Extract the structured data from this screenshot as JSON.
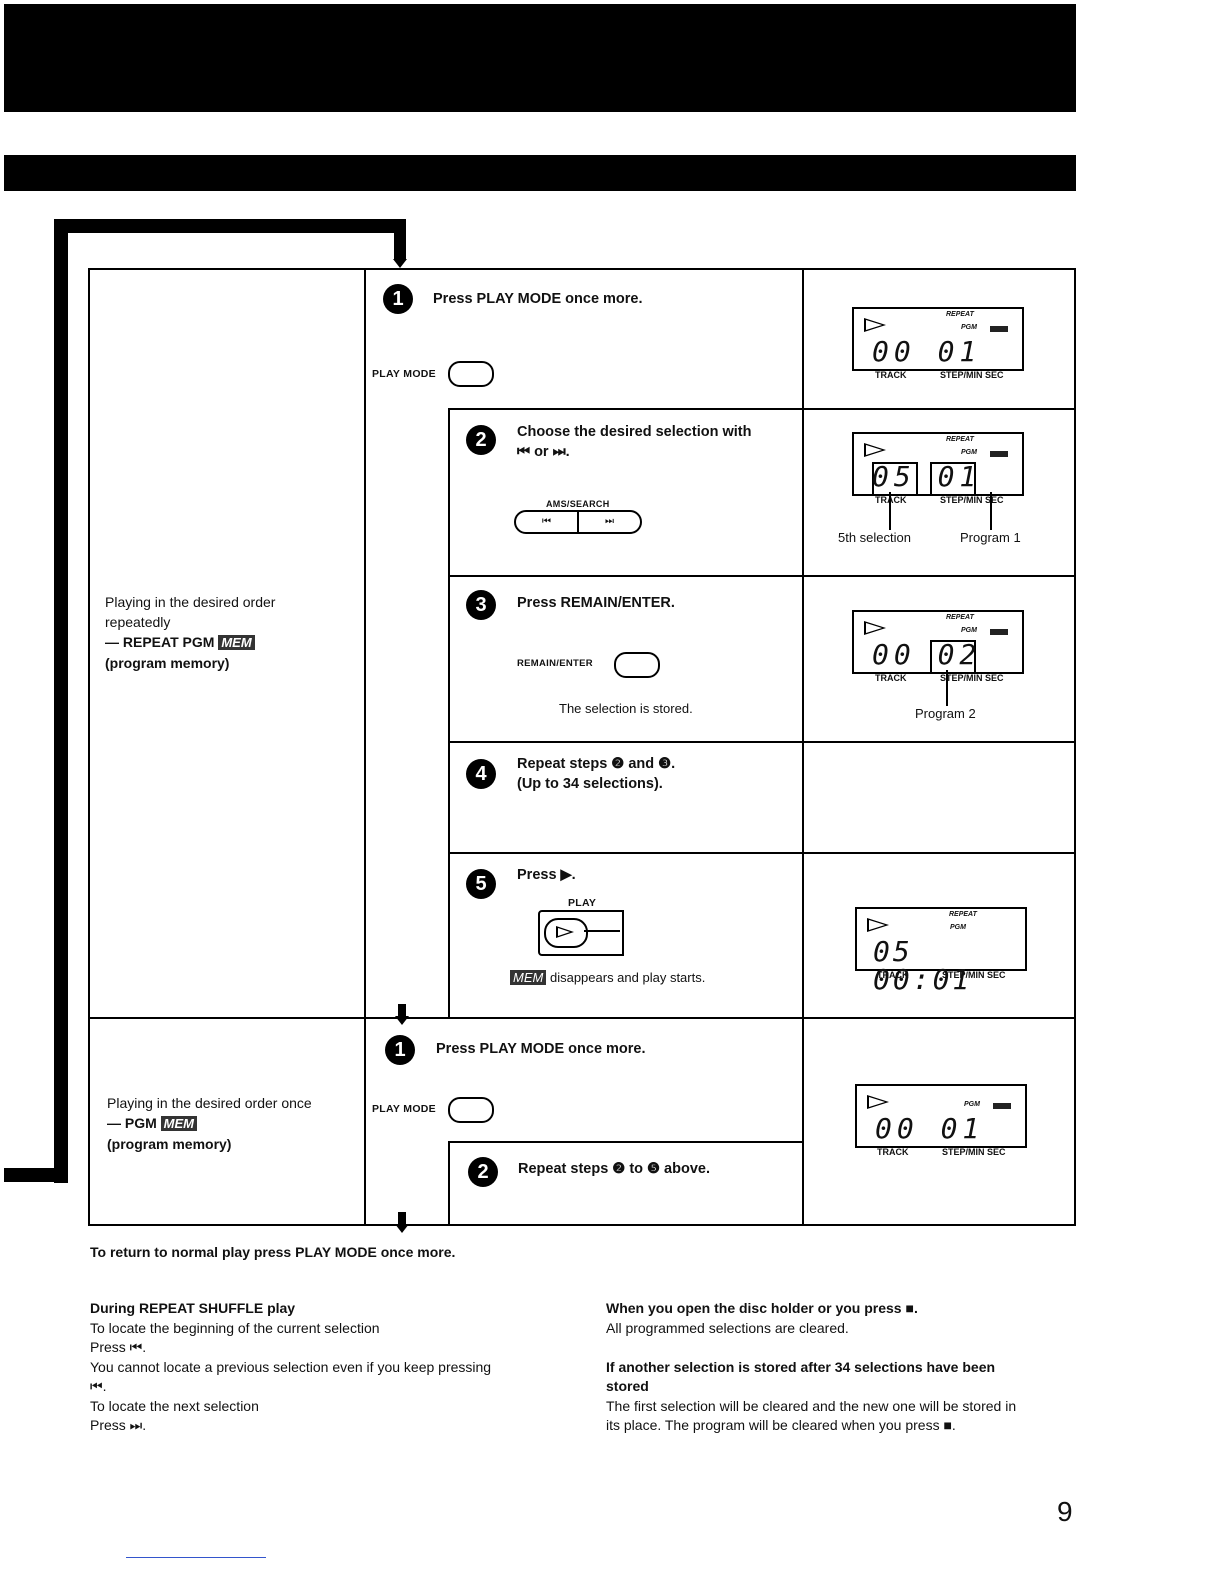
{
  "repeat_section": {
    "label_line1": "Playing in the desired order",
    "label_line2": "repeatedly",
    "label_mode": "— REPEAT PGM",
    "mem_badge": "MEM",
    "label_sub": "(program memory)",
    "steps": [
      {
        "number": "1",
        "title": "Press PLAY MODE once more.",
        "button": "PLAY MODE"
      },
      {
        "number": "2",
        "title_line1": "Choose the desired selection with",
        "title_line2": "⏮ or ⏭.",
        "button": "AMS/SEARCH",
        "btn_left": "⏮",
        "btn_right": "⏭"
      },
      {
        "number": "3",
        "title": "Press REMAIN/ENTER.",
        "button": "REMAIN/ENTER",
        "note": "The selection is stored."
      },
      {
        "number": "4",
        "title_line1": "Repeat steps ❷ and ❸.",
        "title_line2": "(Up to 34 selections)."
      },
      {
        "number": "5",
        "title": "Press ▶.",
        "button": "PLAY",
        "note": "disappears and play starts.",
        "mem_badge": "MEM"
      }
    ],
    "displays": [
      {
        "indicator1": "REPEAT",
        "indicator2": "PGM",
        "digits": "00 01",
        "label_track": "TRACK",
        "label_time": "STEP/MIN SEC"
      },
      {
        "indicator1": "REPEAT",
        "indicator2": "PGM",
        "digits": "05 01",
        "label_track": "TRACK",
        "label_time": "STEP/MIN SEC",
        "callout_left": "5th selection",
        "callout_right": "Program 1"
      },
      {
        "indicator1": "REPEAT",
        "indicator2": "PGM",
        "digits": "00 02",
        "label_track": "TRACK",
        "label_time": "STEP/MIN SEC",
        "callout": "Program 2"
      },
      {
        "indicator1": "REPEAT",
        "indicator2": "PGM",
        "digits": "05 00:01",
        "label_track": "TRACK",
        "label_time": "STEP/MIN SEC"
      }
    ]
  },
  "once_section": {
    "label_line1": "Playing in the desired order once",
    "label_mode": "— PGM",
    "mem_badge": "MEM",
    "label_sub": "(program memory)",
    "steps": [
      {
        "number": "1",
        "title": "Press PLAY MODE once more.",
        "button": "PLAY MODE"
      },
      {
        "number": "2",
        "title": "Repeat steps ❷ to ❺ above."
      }
    ],
    "display": {
      "indicator2": "PGM",
      "digits": "00 01",
      "label_track": "TRACK",
      "label_time": "STEP/MIN SEC"
    }
  },
  "return_note": "To return to normal play press PLAY MODE once more.",
  "footnotes_left": {
    "heading": "During REPEAT SHUFFLE play",
    "lines": [
      "To locate the beginning of the current selection",
      "Press ⏮.",
      "You cannot locate a previous selection even if you keep pressing",
      "⏮.",
      "To locate the next selection",
      "Press ⏭."
    ]
  },
  "footnotes_right": {
    "heading1": "When you open the disc holder or you press ■.",
    "text1": "All programmed selections are cleared.",
    "heading2_line1": "If another selection is stored after 34 selections have been",
    "heading2_line2": "stored",
    "text2_line1": "The first selection will be cleared and the new one will be stored in",
    "text2_line2": "its place. The program will be cleared when you press ■."
  },
  "page_number": "9"
}
